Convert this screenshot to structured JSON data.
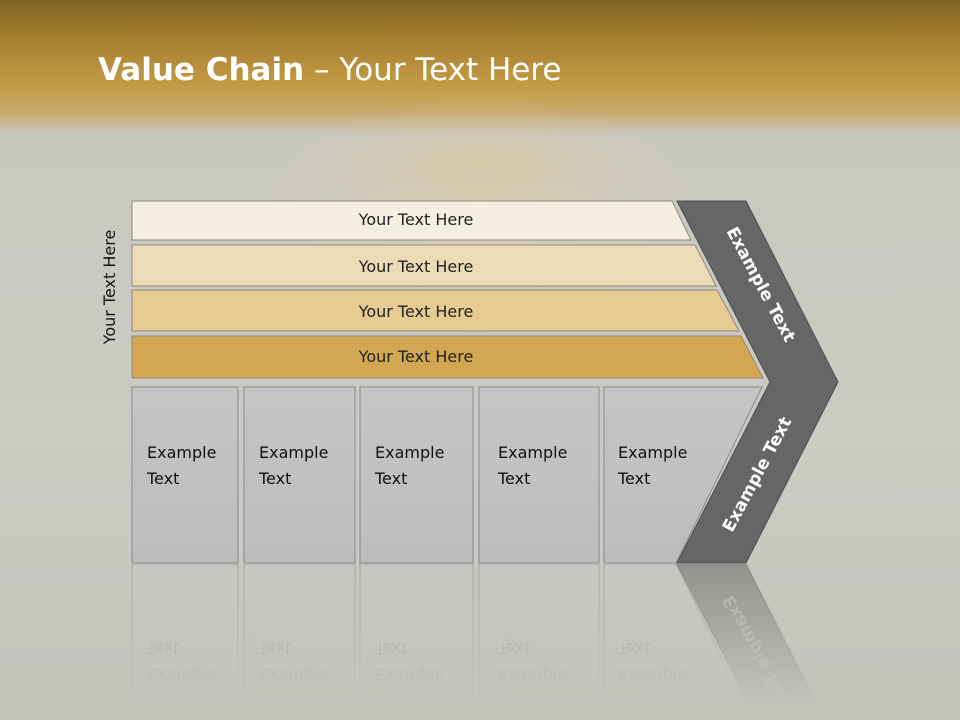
{
  "title": {
    "bold": "Value Chain",
    "rest": " – Your Text Here"
  },
  "side_label": "Your Text Here",
  "bars": [
    {
      "label": "Your Text Here",
      "color": "#f4efe1"
    },
    {
      "label": "Your Text Here",
      "color": "#ecdcb6"
    },
    {
      "label": "Your Text Here",
      "color": "#e6cc92"
    },
    {
      "label": "Your Text Here",
      "color": "#d3a751"
    }
  ],
  "boxes": [
    {
      "line1": "Example",
      "line2": "Text"
    },
    {
      "line1": "Example",
      "line2": "Text"
    },
    {
      "line1": "Example",
      "line2": "Text"
    },
    {
      "line1": "Example",
      "line2": "Text"
    },
    {
      "line1": "Example",
      "line2": "Text"
    }
  ],
  "chevron": {
    "top_label": "Example Text",
    "bottom_label": "Example Text",
    "color": "#666666"
  },
  "colors": {
    "box_fill": "#c2c2c2",
    "header_gold": "#b8913c"
  }
}
